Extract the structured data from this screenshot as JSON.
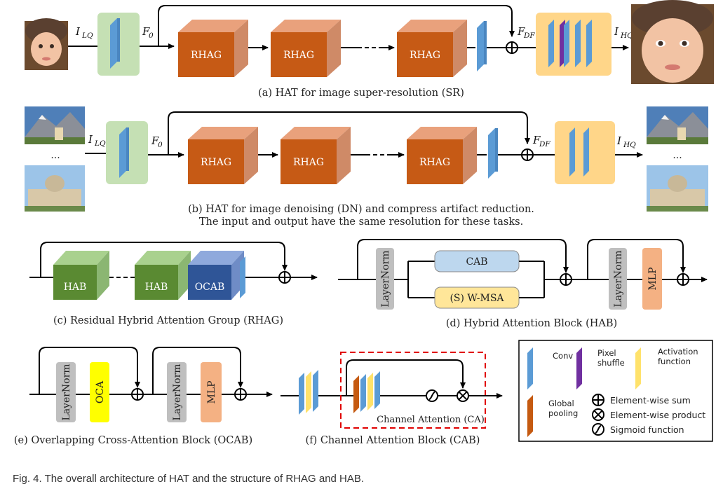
{
  "panels": {
    "a": {
      "caption": "(a) HAT for image super-resolution (SR)",
      "input": "I",
      "input_sub": "LQ",
      "feat": "F",
      "feat_sub": "0",
      "deep": "F",
      "deep_sub": "DF",
      "output": "I",
      "output_sub": "HQ",
      "blocks": [
        "RHAG",
        "RHAG",
        "RHAG"
      ]
    },
    "b": {
      "caption_line1": "(b) HAT for image denoising (DN) and compress artifact reduction.",
      "caption_line2": "The input and output have the same resolution for these tasks.",
      "input": "I",
      "input_sub": "LQ",
      "feat": "F",
      "feat_sub": "0",
      "deep": "F",
      "deep_sub": "DF",
      "output": "I",
      "output_sub": "HQ",
      "ellipsis_left": "...",
      "ellipsis_right": "...",
      "blocks": [
        "RHAG",
        "RHAG",
        "RHAG"
      ]
    },
    "c": {
      "caption": "(c) Residual Hybrid Attention Group (RHAG)",
      "blocks": [
        "HAB",
        "HAB",
        "OCAB"
      ]
    },
    "d": {
      "caption": "(d) Hybrid Attention Block (HAB)",
      "layernorm1": "LayerNorm",
      "cab": "CAB",
      "wmsa": "(S) W-MSA",
      "layernorm2": "LayerNorm",
      "mlp": "MLP"
    },
    "e": {
      "caption": "(e) Overlapping Cross-Attention Block (OCAB)",
      "layernorm1": "LayerNorm",
      "oca": "OCA",
      "layernorm2": "LayerNorm",
      "mlp": "MLP"
    },
    "f": {
      "caption": "(f) Channel Attention Block (CAB)",
      "ca_label": "Channel Attention (CA)"
    }
  },
  "legend": {
    "conv": "Conv",
    "pixel_shuffle_1": "Pixel",
    "pixel_shuffle_2": "shuffle",
    "activation_1": "Activation",
    "activation_2": "function",
    "global_pooling_1": "Global",
    "global_pooling_2": "pooling",
    "sum": "Element-wise sum",
    "product": "Element-wise product",
    "sigmoid": "Sigmoid function"
  },
  "figure_caption": "Fig. 4. The overall architecture of HAT and the structure of RHAG and HAB.",
  "colors": {
    "rhag_front": "#c65a15",
    "rhag_top": "#e9a17c",
    "rhag_side": "#cf8a67",
    "conv": "#5b9bd5",
    "pixel_shuffle": "#7030a0",
    "activation": "#ffe26b",
    "global_pooling": "#c55a11",
    "hab": "#5a8a32",
    "ocab": "#2f5597",
    "shallow_bg": "#c5e0b4",
    "recon_bg": "#ffd689",
    "layernorm": "#bfbfbf",
    "mlp": "#f4b183",
    "cab": "#bdd7ee",
    "wmsa": "#ffe699",
    "oca": "#ffff00",
    "ca_border": "#e00000"
  }
}
